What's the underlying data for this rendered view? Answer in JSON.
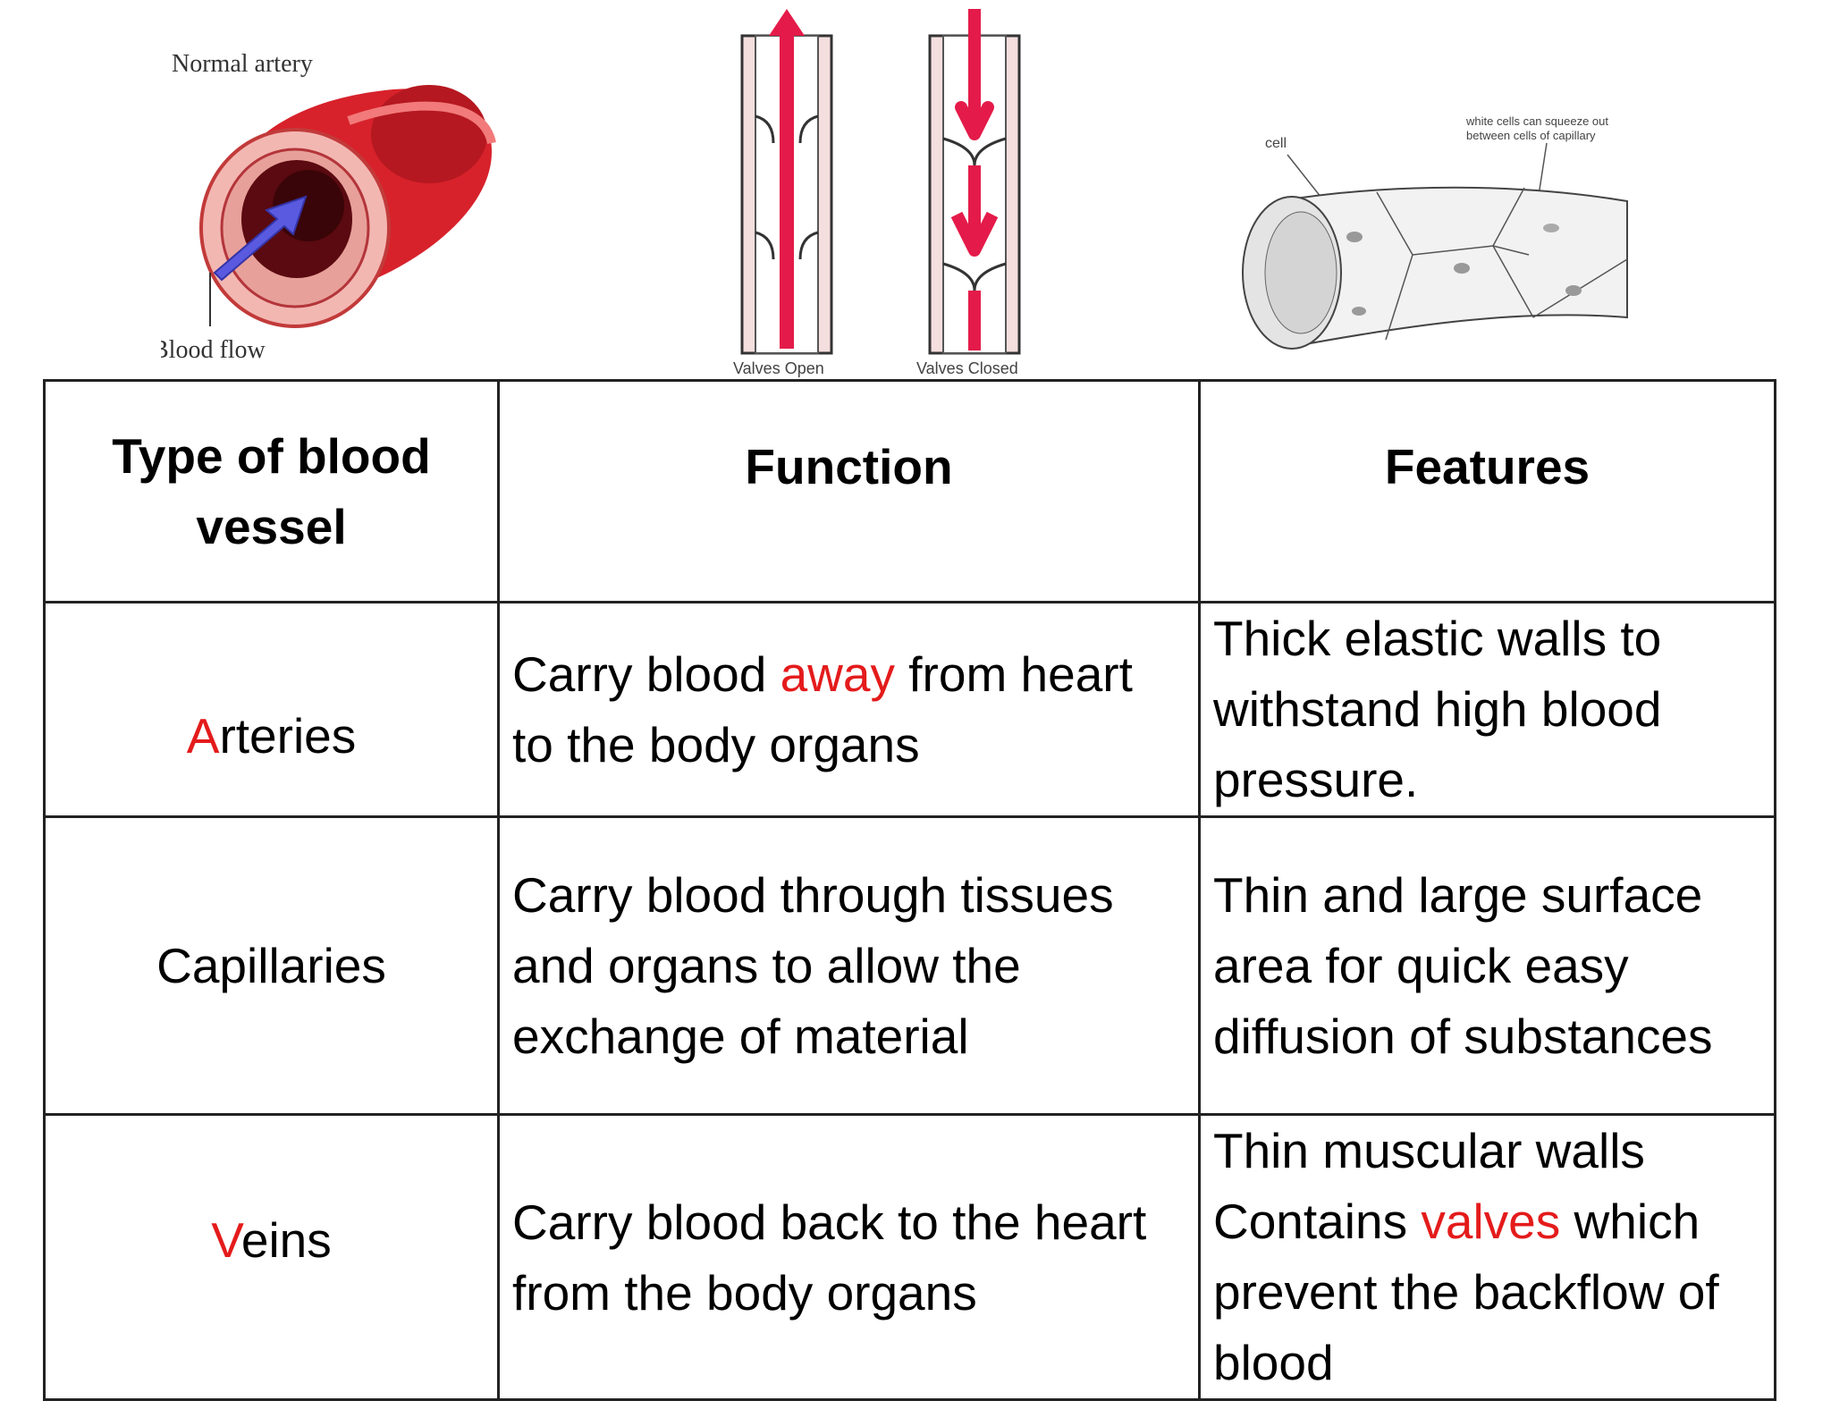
{
  "illustrations": {
    "artery": {
      "title": "Normal artery",
      "caption": "Blood flow"
    },
    "veins": {
      "open_label": "Valves Open",
      "closed_label": "Valves Closed"
    },
    "capillary": {
      "cell_label": "cell",
      "note_line1": "white cells can squeeze out",
      "note_line2": "between cells of capillary"
    }
  },
  "table": {
    "headers": {
      "type": "Type of blood vessel",
      "function": "Function",
      "features": "Features"
    },
    "rows": [
      {
        "type_first": "A",
        "type_rest": "rteries",
        "function_pre": "Carry blood ",
        "function_red": "away",
        "function_post": " from heart to the body organs",
        "features": "Thick elastic walls to withstand high blood pressure."
      },
      {
        "type": "Capillaries",
        "function": "Carry blood through tissues and organs to allow the exchange of material",
        "features": "Thin and large surface area for quick easy diffusion of substances"
      },
      {
        "type_first": "V",
        "type_rest": "eins",
        "function": "Carry blood back to the heart from the body organs",
        "features_line1": "Thin muscular walls",
        "features_pre": "Contains ",
        "features_red": "valves",
        "features_post": " which prevent the backflow of blood"
      }
    ]
  },
  "colors": {
    "accent_red": "#e41b1b",
    "artery_red": "#d7222b",
    "flow_arrow": "#5a5ae0"
  }
}
